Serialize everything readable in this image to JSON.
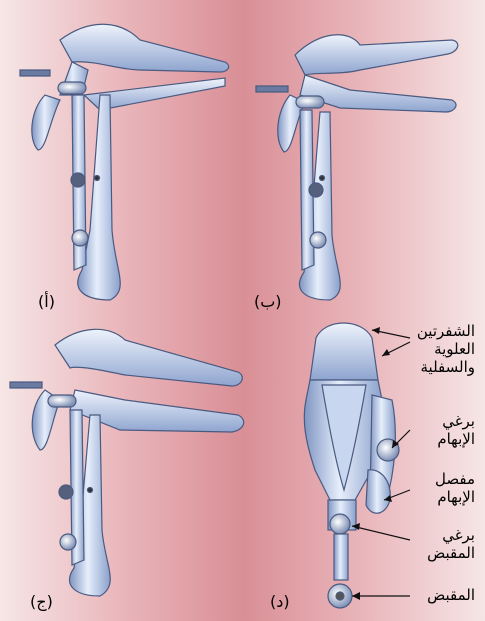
{
  "panels": [
    {
      "label": "(أ)"
    },
    {
      "label": "(ب)"
    },
    {
      "label": "(ج)"
    },
    {
      "label": "(د)"
    }
  ],
  "annotations": {
    "blades_line1": "الشفرتين",
    "blades_line2": "العلوية",
    "blades_line3": "والسفلية",
    "thumb_screw_line1": "برغي",
    "thumb_screw_line2": "الإبهام",
    "thumb_hinge_line1": "مفصل",
    "thumb_hinge_line2": "الإبهام",
    "handle_screw_line1": "برغي",
    "handle_screw_line2": "المقبض",
    "handle": "المقبض"
  },
  "colors": {
    "metal_light": "#e4ecfa",
    "metal_mid": "#a9bedf",
    "metal_dark": "#6a80ad",
    "outline": "#4a5a80"
  }
}
